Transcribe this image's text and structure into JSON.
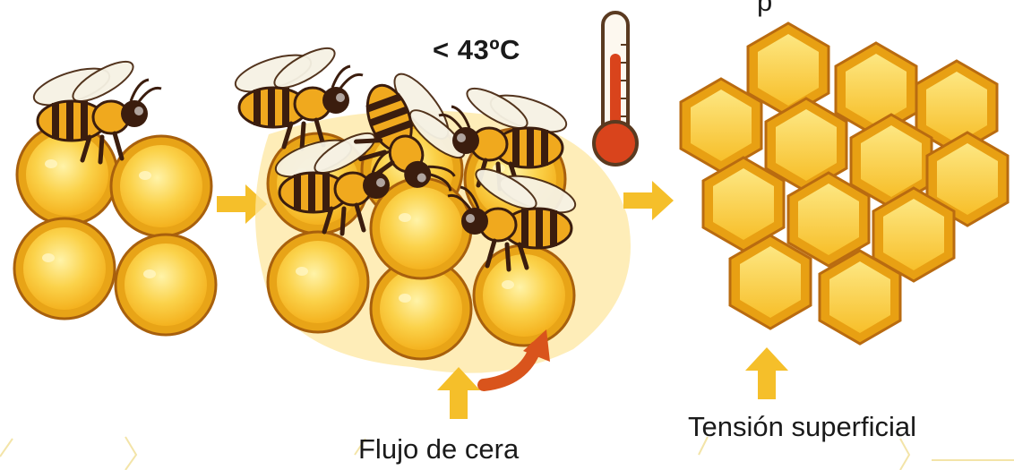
{
  "labels": {
    "temperature": "< 43ºC",
    "wax_flow": "Flujo de cera",
    "surface_tension": "Tensión superficial",
    "top_cut": "p"
  },
  "colors": {
    "wax_light": "#fde27a",
    "wax_mid": "#f9c62c",
    "wax_edge": "#e89a12",
    "cell_outline": "#b96b10",
    "arrow": "#f5bf2a",
    "curve_arrow": "#d9541c",
    "bee_body": "#f0a91e",
    "bee_dark": "#3b1d0e",
    "thermo_red": "#d9441c"
  },
  "icons": [
    "bee-icon",
    "thermometer-icon",
    "hexagon-comb-icon",
    "arrow-right-icon",
    "arrow-up-icon",
    "curved-arrow-icon"
  ]
}
